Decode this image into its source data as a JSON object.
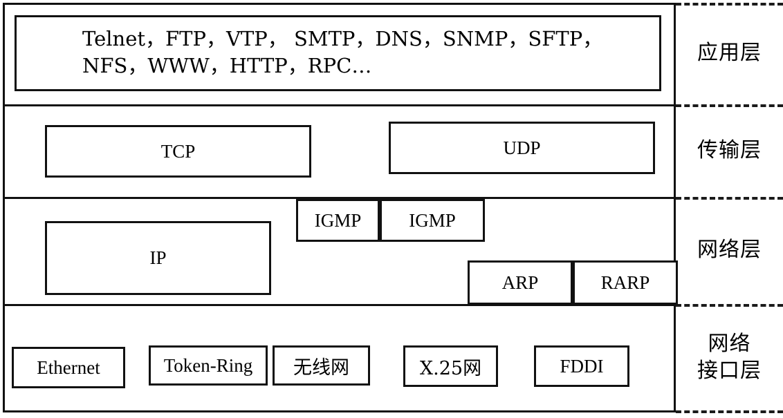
{
  "diagram": {
    "title": "TCP/IP Protocol Stack Layer Diagram",
    "layers": [
      {
        "name": "application",
        "label": "应用层",
        "protocols_lines": [
          "Telnet，FTP，VTP， SMTP，DNS，SNMP，SFTP，",
          "NFS，WWW，HTTP，RPC…"
        ]
      },
      {
        "name": "transport",
        "label": "传输层",
        "boxes": [
          {
            "key": "tcp",
            "label": "TCP"
          },
          {
            "key": "udp",
            "label": "UDP"
          }
        ]
      },
      {
        "name": "network",
        "label": "网络层",
        "boxes": [
          {
            "key": "igmp-1",
            "label": "IGMP"
          },
          {
            "key": "igmp-2",
            "label": "IGMP"
          },
          {
            "key": "ip",
            "label": "IP"
          },
          {
            "key": "arp",
            "label": "ARP"
          },
          {
            "key": "rarp",
            "label": "RARP"
          }
        ]
      },
      {
        "name": "network-interface",
        "label": "网络\n接口层",
        "boxes": [
          {
            "key": "ethernet",
            "label": "Ethernet"
          },
          {
            "key": "token-ring",
            "label": "Token-Ring"
          },
          {
            "key": "wireless",
            "label": "无线网"
          },
          {
            "key": "x25",
            "label": "X.25网"
          },
          {
            "key": "fddi",
            "label": "FDDI"
          }
        ]
      }
    ]
  },
  "colors": {
    "line": "#111111",
    "background": "#ffffff",
    "text": "#000000"
  }
}
